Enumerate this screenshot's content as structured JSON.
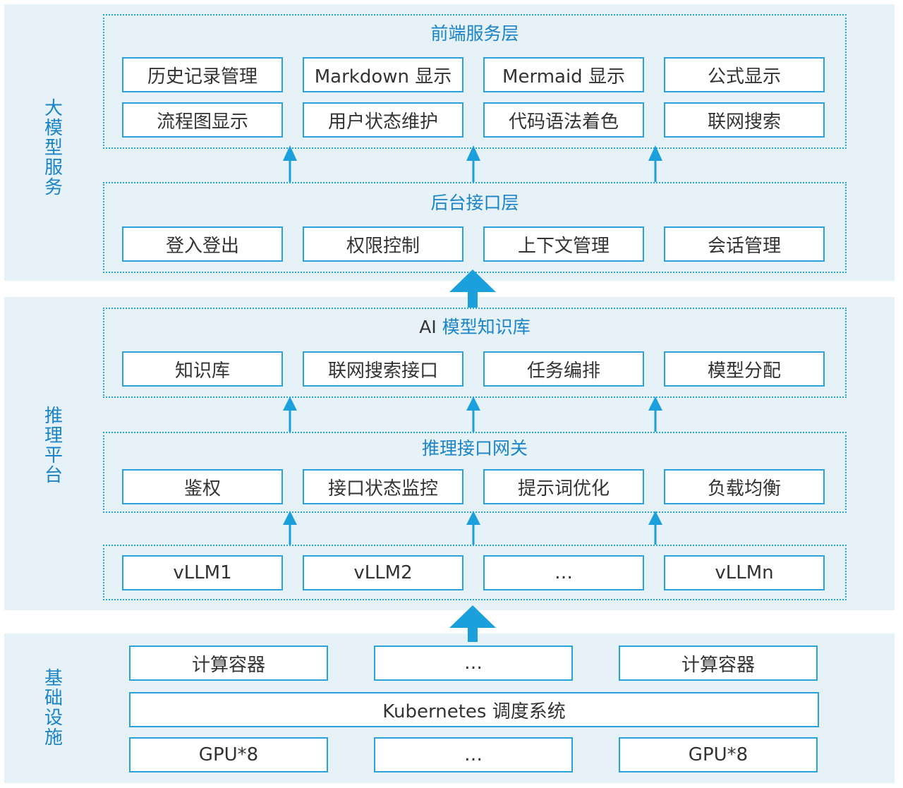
{
  "colors": {
    "band_bg": "#e6f2f7",
    "accent": "#1b84c6",
    "border": "#2aa4d8",
    "arrow": "#1ca0dc",
    "text": "#333333"
  },
  "sections": {
    "top": {
      "label": "大模型服务"
    },
    "middle": {
      "label": "推理平台"
    },
    "bottom": {
      "label": "基础设施"
    }
  },
  "layers": {
    "frontend": {
      "title": "前端服务层",
      "row1": [
        "历史记录管理",
        "Markdown 显示",
        "Mermaid 显示",
        "公式显示"
      ],
      "row2": [
        "流程图显示",
        "用户状态维护",
        "代码语法着色",
        "联网搜索"
      ]
    },
    "backend": {
      "title": "后台接口层",
      "items": [
        "登入登出",
        "权限控制",
        "上下文管理",
        "会话管理"
      ]
    },
    "knowledge": {
      "title_prefix": "AI",
      "title_suffix": "模型知识库",
      "items": [
        "知识库",
        "联网搜索接口",
        "任务编排",
        "模型分配"
      ]
    },
    "gateway": {
      "title": "推理接口网关",
      "items": [
        "鉴权",
        "接口状态监控",
        "提示词优化",
        "负载均衡"
      ]
    },
    "engines": {
      "items": [
        "vLLM1",
        "vLLM2",
        "…",
        "vLLMn"
      ]
    },
    "infra": {
      "containers": [
        "计算容器",
        "…",
        "计算容器"
      ],
      "scheduler": "Kubernetes 调度系统",
      "gpus": [
        "GPU*8",
        "…",
        "GPU*8"
      ]
    }
  }
}
